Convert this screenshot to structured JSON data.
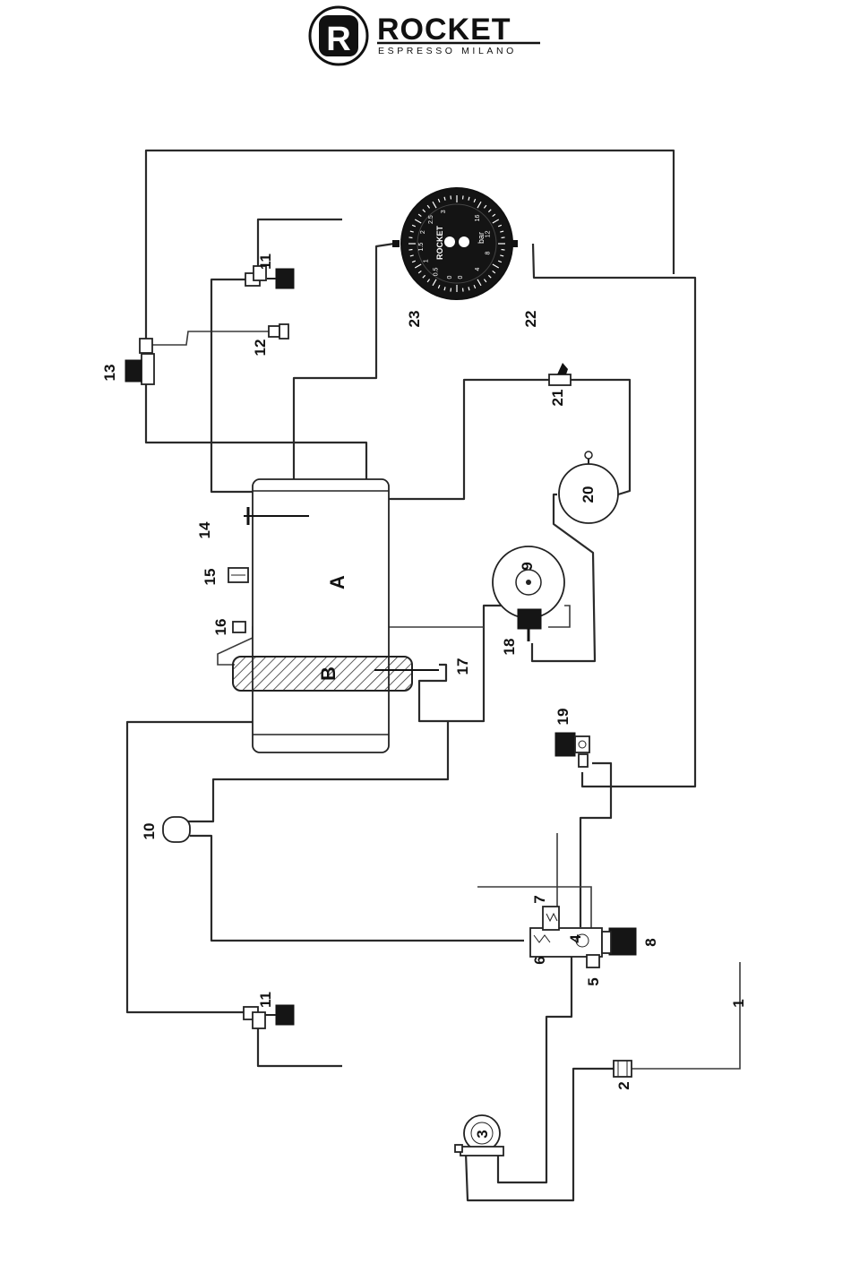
{
  "header": {
    "brand_top": "ROCKET",
    "brand_sub": "ESPRESSO MILANO",
    "logo_letter": "R"
  },
  "gauge": {
    "left_scale": [
      "0",
      "0.5",
      "1",
      "1.5",
      "2",
      "2.5",
      "3"
    ],
    "right_scale": [
      "0",
      "4",
      "8",
      "12",
      "16"
    ],
    "unit": "bar",
    "brand": "ROCKET"
  },
  "labels": {
    "tank_a": "A",
    "boiler_b": "B",
    "n1": "1",
    "n2": "2",
    "n3": "3",
    "n4": "4",
    "n5": "5",
    "n6": "6",
    "n7": "7",
    "n8": "8",
    "n9": "9",
    "n10": "10",
    "n11_top": "11",
    "n11_bottom": "11",
    "n12": "12",
    "n13": "13",
    "n14": "14",
    "n15": "15",
    "n16": "16",
    "n17": "17",
    "n18": "18",
    "n19": "19",
    "n20": "20",
    "n21": "21",
    "n22": "22",
    "n23": "23"
  },
  "icons": {
    "logo": "rocket-logo-icon",
    "gauge": "pressure-gauge-icon",
    "pump": "pump-icon"
  }
}
